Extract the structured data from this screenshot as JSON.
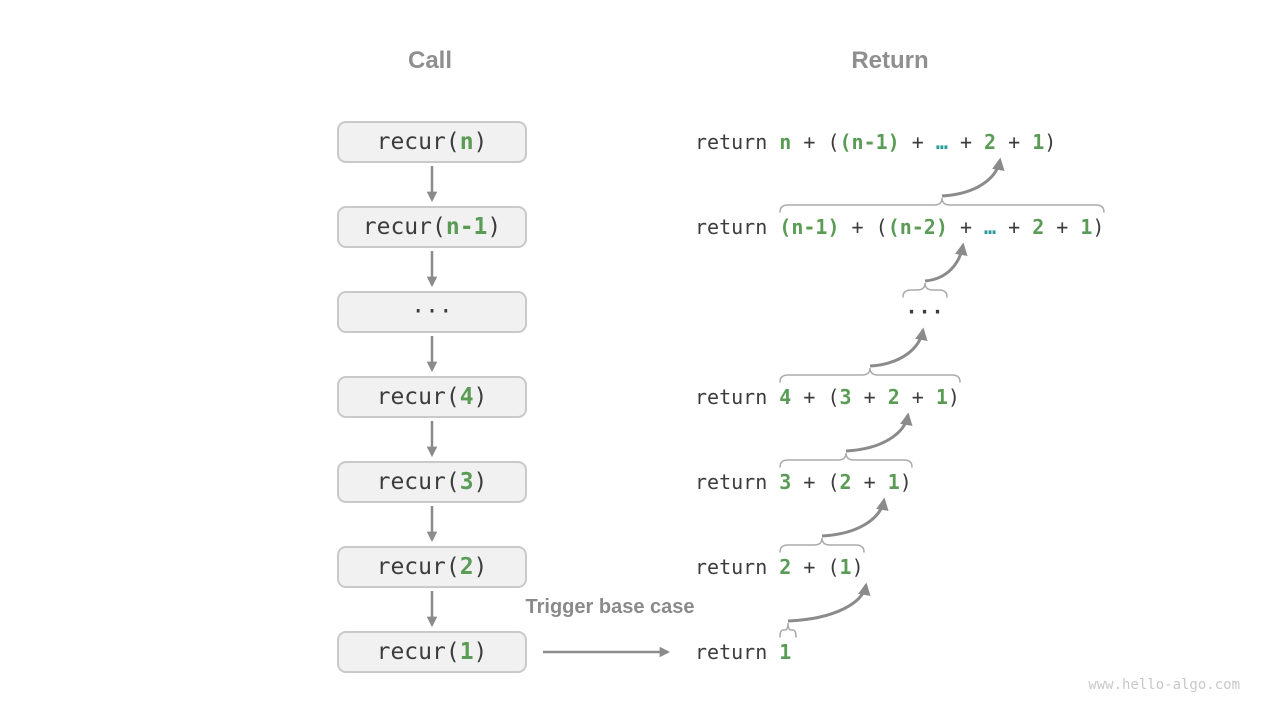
{
  "diagram": {
    "headers": {
      "call": "Call",
      "return": "Return"
    },
    "base_case_label": "Trigger base case",
    "watermark": "www.hello-algo.com",
    "colors": {
      "code_text": "#3c3c3c",
      "green": "#5a9b55",
      "teal": "#2a9a9b",
      "box_fill": "#f1f1f1",
      "box_border": "#c9c9c9",
      "arrow": "#8b8b8b",
      "brace": "#ababab",
      "header": "#8f8f8f",
      "label": "#8a8a8a",
      "watermark": "#c8c8c8"
    },
    "call_boxes": [
      {
        "segments": [
          {
            "t": "recur(",
            "c": "code"
          },
          {
            "t": "n",
            "c": "green"
          },
          {
            "t": ")",
            "c": "code"
          }
        ]
      },
      {
        "segments": [
          {
            "t": "recur(",
            "c": "code"
          },
          {
            "t": "n-1",
            "c": "green"
          },
          {
            "t": ")",
            "c": "code"
          }
        ]
      },
      {
        "segments": [
          {
            "t": "···",
            "c": "code"
          }
        ]
      },
      {
        "segments": [
          {
            "t": "recur(",
            "c": "code"
          },
          {
            "t": "4",
            "c": "green"
          },
          {
            "t": ")",
            "c": "code"
          }
        ]
      },
      {
        "segments": [
          {
            "t": "recur(",
            "c": "code"
          },
          {
            "t": "3",
            "c": "green"
          },
          {
            "t": ")",
            "c": "code"
          }
        ]
      },
      {
        "segments": [
          {
            "t": "recur(",
            "c": "code"
          },
          {
            "t": "2",
            "c": "green"
          },
          {
            "t": ")",
            "c": "code"
          }
        ]
      },
      {
        "segments": [
          {
            "t": "recur(",
            "c": "code"
          },
          {
            "t": "1",
            "c": "green"
          },
          {
            "t": ")",
            "c": "code"
          }
        ]
      }
    ],
    "return_rows": [
      {
        "type": "expr",
        "segments": [
          {
            "t": "return ",
            "c": "code"
          },
          {
            "t": "n",
            "c": "green"
          },
          {
            "t": " + (",
            "c": "code"
          },
          {
            "t": "(n-1)",
            "c": "green"
          },
          {
            "t": " + ",
            "c": "code"
          },
          {
            "t": "…",
            "c": "teal"
          },
          {
            "t": " + ",
            "c": "code"
          },
          {
            "t": "2",
            "c": "green"
          },
          {
            "t": " + ",
            "c": "code"
          },
          {
            "t": "1",
            "c": "green"
          },
          {
            "t": ")",
            "c": "code"
          }
        ]
      },
      {
        "type": "expr",
        "segments": [
          {
            "t": "return ",
            "c": "code"
          },
          {
            "t": "(n-1)",
            "c": "green"
          },
          {
            "t": " + (",
            "c": "code"
          },
          {
            "t": "(n-2)",
            "c": "green"
          },
          {
            "t": " + ",
            "c": "code"
          },
          {
            "t": "…",
            "c": "teal"
          },
          {
            "t": " + ",
            "c": "code"
          },
          {
            "t": "2",
            "c": "green"
          },
          {
            "t": " + ",
            "c": "code"
          },
          {
            "t": "1",
            "c": "green"
          },
          {
            "t": ")",
            "c": "code"
          }
        ]
      },
      {
        "type": "ellipsis",
        "segments": [
          {
            "t": "···",
            "c": "code"
          }
        ]
      },
      {
        "type": "expr",
        "segments": [
          {
            "t": "return ",
            "c": "code"
          },
          {
            "t": "4",
            "c": "green"
          },
          {
            "t": " + (",
            "c": "code"
          },
          {
            "t": "3",
            "c": "green"
          },
          {
            "t": " + ",
            "c": "code"
          },
          {
            "t": "2",
            "c": "green"
          },
          {
            "t": " + ",
            "c": "code"
          },
          {
            "t": "1",
            "c": "green"
          },
          {
            "t": ")",
            "c": "code"
          }
        ]
      },
      {
        "type": "expr",
        "segments": [
          {
            "t": "return ",
            "c": "code"
          },
          {
            "t": "3",
            "c": "green"
          },
          {
            "t": " + (",
            "c": "code"
          },
          {
            "t": "2",
            "c": "green"
          },
          {
            "t": " + ",
            "c": "code"
          },
          {
            "t": "1",
            "c": "green"
          },
          {
            "t": ")",
            "c": "code"
          }
        ]
      },
      {
        "type": "expr",
        "segments": [
          {
            "t": "return ",
            "c": "code"
          },
          {
            "t": "2",
            "c": "green"
          },
          {
            "t": " + (",
            "c": "code"
          },
          {
            "t": "1",
            "c": "green"
          },
          {
            "t": ")",
            "c": "code"
          }
        ]
      },
      {
        "type": "expr",
        "segments": [
          {
            "t": "return ",
            "c": "code"
          },
          {
            "t": "1",
            "c": "green"
          }
        ]
      }
    ]
  }
}
